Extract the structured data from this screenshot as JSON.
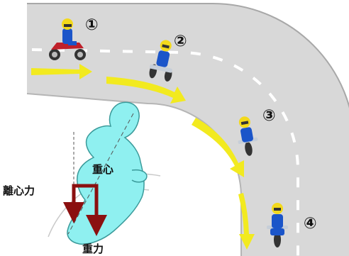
{
  "steps": [
    {
      "label": "①"
    },
    {
      "label": "②"
    },
    {
      "label": "③"
    },
    {
      "label": "④"
    }
  ],
  "forces": {
    "centrifugal": "離心力",
    "center_of_gravity": "重心",
    "gravity": "重力"
  },
  "colors": {
    "road": "#d8d8d8",
    "road_edge": "#a8a8a8",
    "lane_dash": "#ffffff",
    "arrow": "#f2ea1f",
    "rider_body": "#1b55c9",
    "helmet": "#f3d91c",
    "silhouette": "#8ff0f0",
    "silhouette_edge": "#3a9a9a",
    "force_red": "#8b1010"
  },
  "icons": {
    "rider": "motorcycle-rider-icon",
    "silhouette": "leaning-rider-silhouette-icon"
  }
}
